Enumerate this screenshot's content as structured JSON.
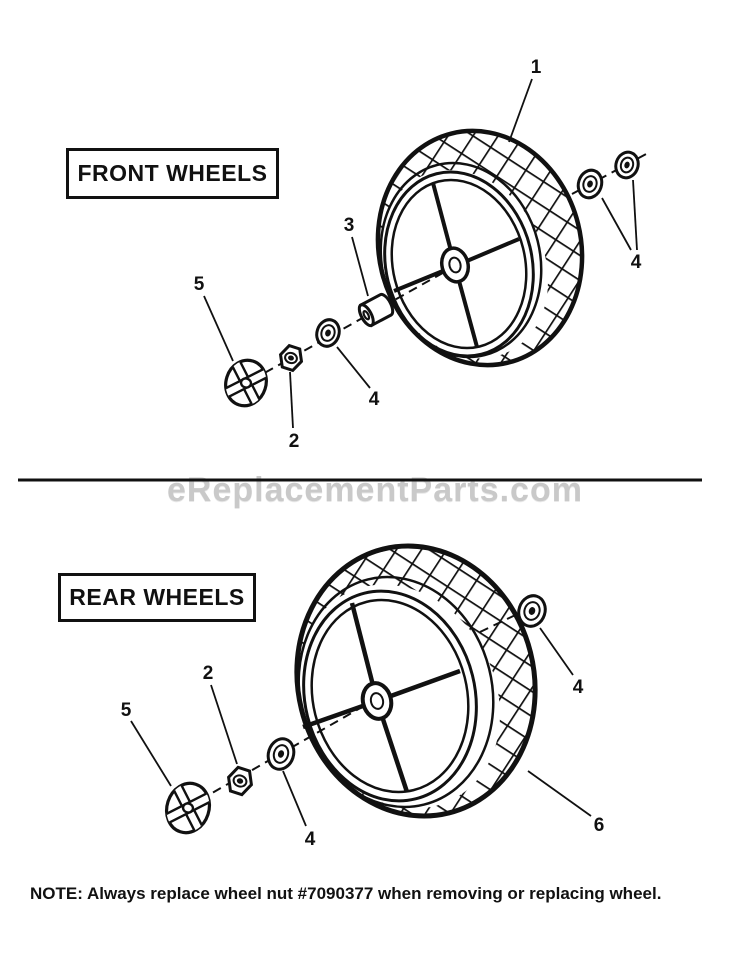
{
  "canvas": {
    "background": "#ffffff",
    "ink": "#111111"
  },
  "front_section": {
    "title": "FRONT WHEELS",
    "callouts": [
      {
        "label": "1"
      },
      {
        "label": "2"
      },
      {
        "label": "3"
      },
      {
        "label": "4"
      },
      {
        "label": "4"
      },
      {
        "label": "5"
      }
    ]
  },
  "rear_section": {
    "title": "REAR WHEELS",
    "callouts": [
      {
        "label": "2"
      },
      {
        "label": "4"
      },
      {
        "label": "4"
      },
      {
        "label": "5"
      },
      {
        "label": "6"
      }
    ]
  },
  "watermark": {
    "text": "eReplacementParts.com",
    "color": "#c9c9c9"
  },
  "note": {
    "text": "NOTE: Always replace wheel nut #7090377 when removing or replacing wheel."
  }
}
